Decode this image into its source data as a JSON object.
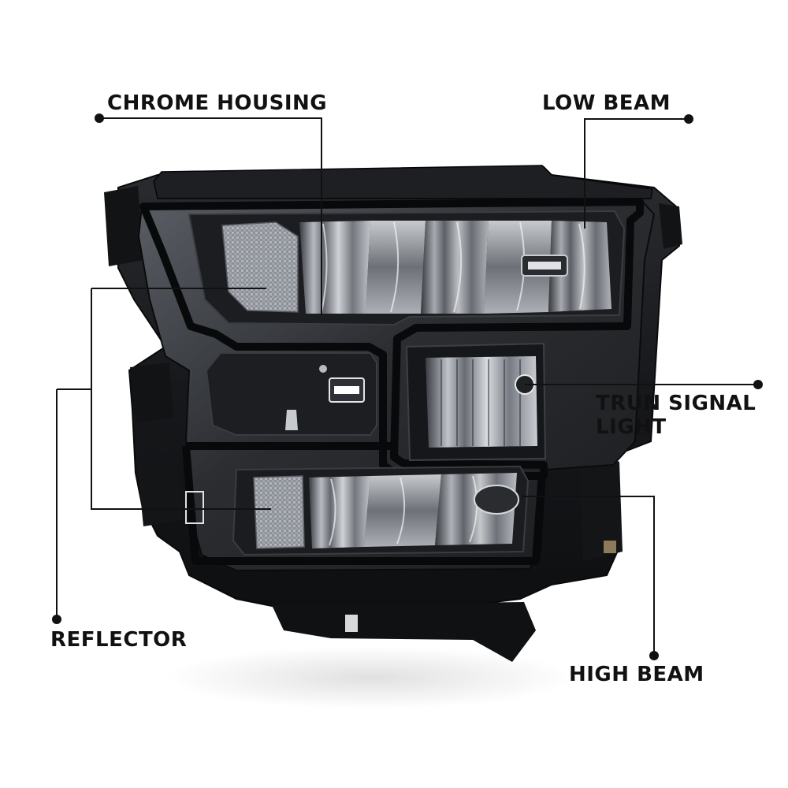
{
  "labels": {
    "chrome_housing": "CHROME HOUSING",
    "low_beam": "LOW BEAM",
    "turn_signal_line1": "TRUN SIGNAL",
    "turn_signal_line2": "LIGHT",
    "reflector": "REFLECTOR",
    "high_beam": "HIGH BEAM"
  },
  "colors": {
    "background": "#ffffff",
    "label_text": "#111111",
    "leader_line": "#111111",
    "housing_black": "#17181b",
    "housing_edge": "#34363b",
    "lens_smoke": "#4a4d53",
    "chrome_highlight": "#d9dde2"
  },
  "icons": {
    "callout_marker": "filled-circle-dot"
  }
}
